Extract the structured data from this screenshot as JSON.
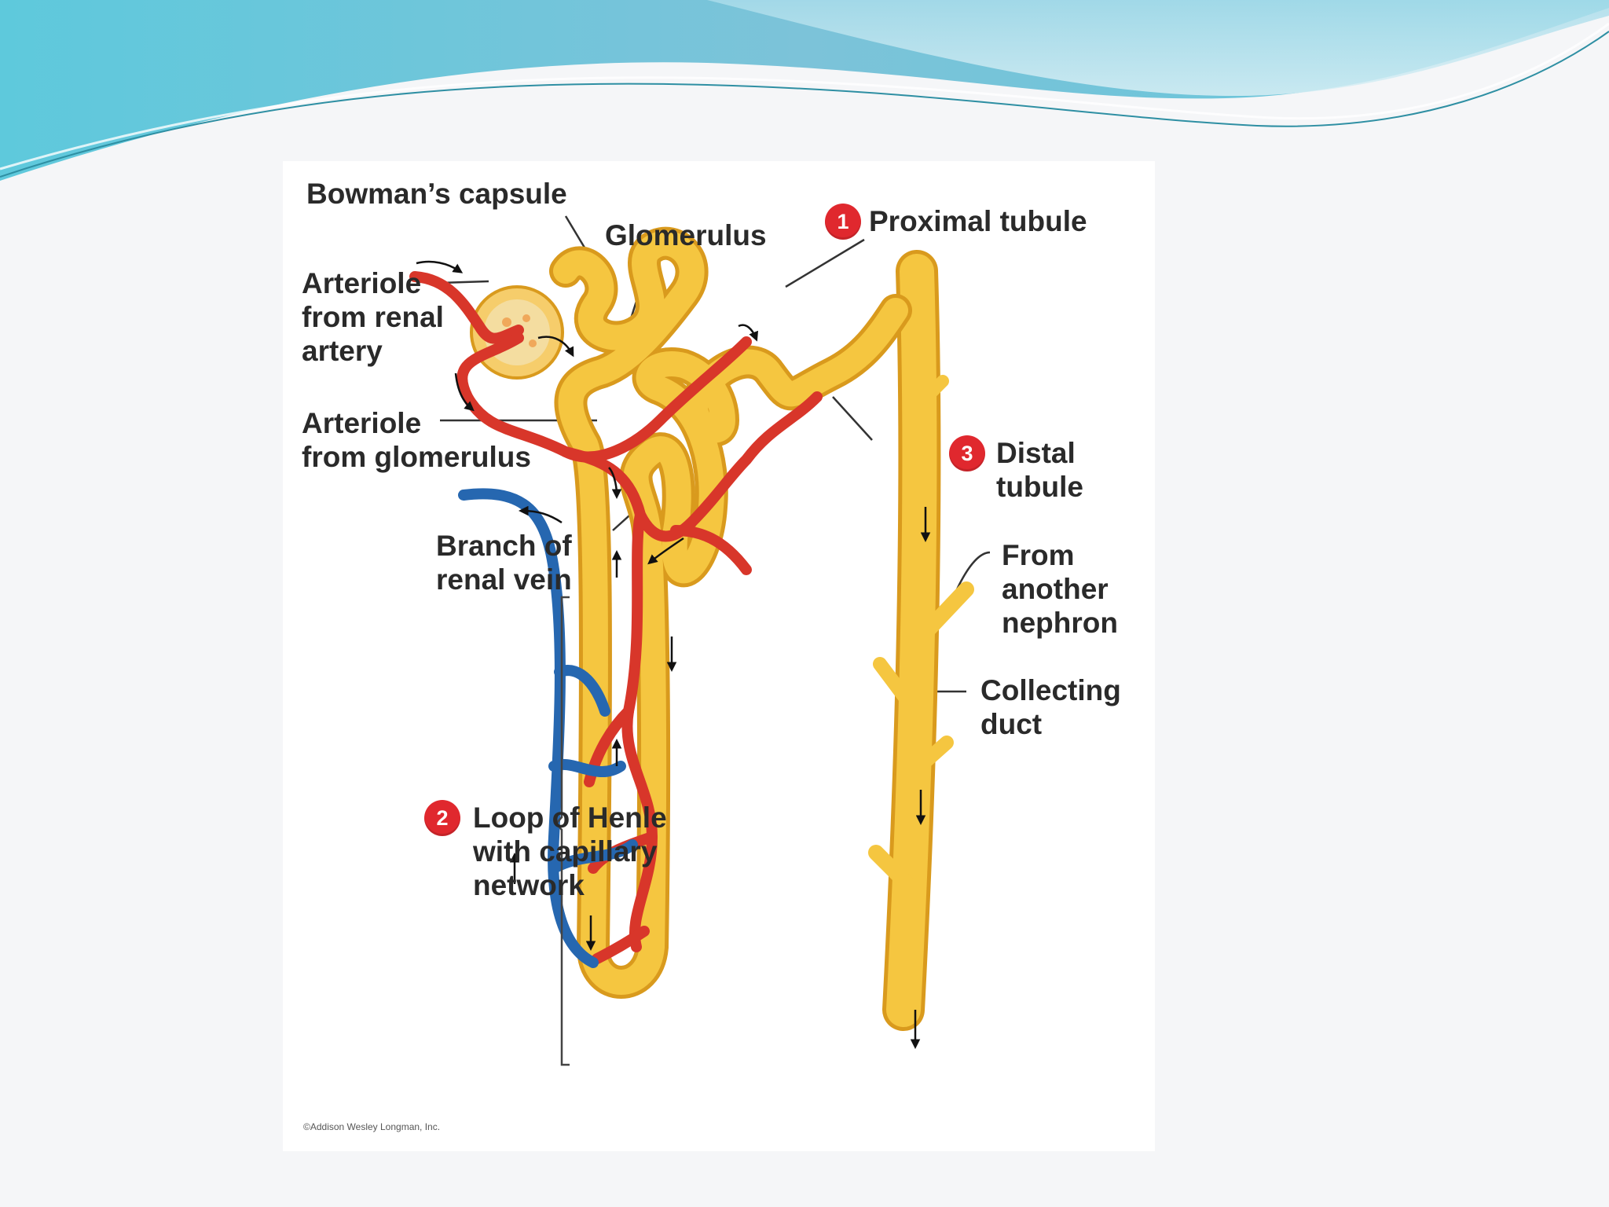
{
  "labels": {
    "bowmans_capsule": "Bowman’s capsule",
    "glomerulus": "Glomerulus",
    "proximal_tubule": "Proximal tubule",
    "arteriole_renal_1": "Arteriole",
    "arteriole_renal_2": "from renal",
    "arteriole_renal_3": "artery",
    "arteriole_glom_1": "Arteriole",
    "arteriole_glom_2": "from glomerulus",
    "distal_1": "Distal",
    "distal_2": "tubule",
    "branch_1": "Branch of",
    "branch_2": "renal vein",
    "another_1": "From",
    "another_2": "another",
    "another_3": "nephron",
    "collecting_1": "Collecting",
    "collecting_2": "duct",
    "loop_1": "Loop of Henle",
    "loop_2": "with capillary",
    "loop_3": "network"
  },
  "badges": {
    "proximal": "1",
    "loop": "2",
    "distal": "3"
  },
  "credit": "©Addison Wesley Longman, Inc.",
  "colors": {
    "artery": "#d8362a",
    "vein": "#2667b0",
    "tubule": "#f5c640",
    "tubule_edge": "#d99a1d",
    "badge": "#e0282e",
    "header_wave": "#6fc6d8"
  }
}
